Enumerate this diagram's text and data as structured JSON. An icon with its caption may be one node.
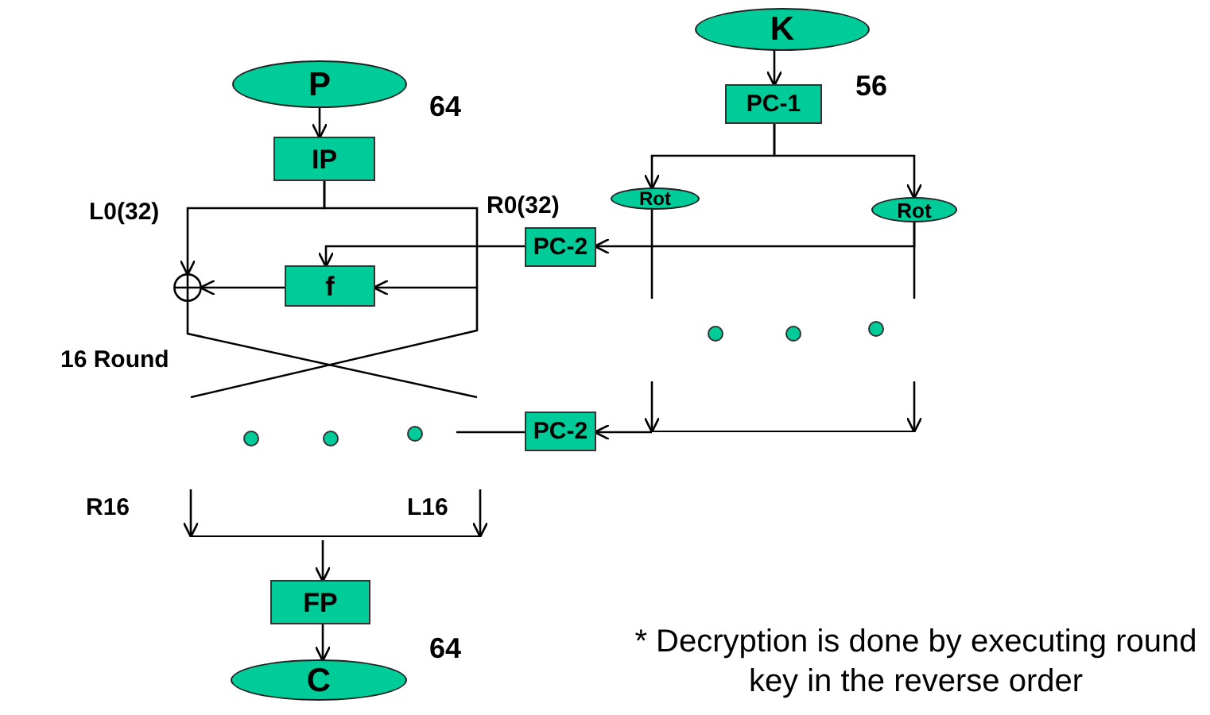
{
  "diagram": {
    "nodes": [
      {
        "text": [
          "P"
        ]
      },
      {
        "text": [
          "IP"
        ]
      },
      {
        "text": [
          "f"
        ]
      },
      {
        "text": [],
        "shape": "circle"
      },
      {
        "text": [
          "PC-2"
        ]
      },
      {
        "text": [
          "K"
        ]
      },
      {
        "text": [
          "PC-1"
        ]
      },
      {
        "text": [
          "Rot"
        ]
      },
      {
        "text": [
          "Rot"
        ]
      },
      {
        "text": [
          "PC-2"
        ]
      },
      {
        "text": [
          "FP"
        ]
      },
      {
        "text": [
          "C"
        ]
      },
      {
        "text": [],
        "shape": "bar"
      },
      {
        "text": [],
        "shape": "bar"
      }
    ],
    "edges": [
      {
        "from": 0,
        "to": 1,
        "arrow": "to"
      },
      {
        "from": 1,
        "to": 3,
        "arrow": "to"
      },
      {
        "from": 1,
        "to": 2,
        "arrow": "to"
      },
      {
        "from": 2,
        "to": 3,
        "arrow": "to"
      },
      {
        "from": 4,
        "to": 2,
        "arrow": "to"
      },
      {
        "from": 8,
        "to": 4,
        "arrow": "to"
      },
      {
        "from": 5,
        "to": 6,
        "arrow": "to"
      },
      {
        "from": 6,
        "to": 7,
        "arrow": "to"
      },
      {
        "from": 6,
        "to": 8,
        "arrow": "to"
      },
      {
        "from": 7,
        "to": null,
        "arrow": "none"
      },
      {
        "from": 8,
        "to": null,
        "arrow": "none"
      },
      {
        "from": 3,
        "to": null,
        "arrow": "none"
      },
      {
        "from": null,
        "to": 12,
        "arrow": "to"
      },
      {
        "from": null,
        "to": 12,
        "arrow": "to"
      },
      {
        "from": 12,
        "to": 10,
        "arrow": "to"
      },
      {
        "from": 10,
        "to": 11,
        "arrow": "to"
      },
      {
        "from": null,
        "to": 13,
        "arrow": "to"
      },
      {
        "from": null,
        "to": 13,
        "arrow": "to"
      },
      {
        "from": 13,
        "to": 9,
        "arrow": "to"
      },
      {
        "from": 9,
        "to": null,
        "arrow": "none"
      }
    ],
    "labels": [
      "64",
      "56",
      "L0(32)",
      "R0(32)",
      "16 Round",
      "R16",
      "L16",
      "64",
      "* Decryption is done by executing round key in the reverse order"
    ]
  }
}
